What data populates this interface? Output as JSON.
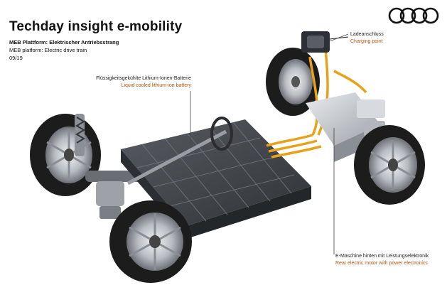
{
  "header": {
    "title": "Techday insight e-mobility",
    "subtitle_de": "MEB Plattform: Elektrischer Antriebsstrang",
    "subtitle_en": "MEB platform: Electric drive train",
    "date": "09/19"
  },
  "logo": {
    "name": "four-rings-logo"
  },
  "annotations": {
    "battery": {
      "de": "Flüssigkeitsgekühlte Lithium-Ionen-Batterie",
      "en": "Liquid cooled lithium-ion battery"
    },
    "charging": {
      "de": "Ladeanschluss",
      "en": "Charging point"
    },
    "motor": {
      "de": "E-Maschine hinten mit Leistungselektronik",
      "en": "Rear electric motor with power electronics"
    }
  },
  "colors": {
    "accent_text": "#b5540e",
    "cable": "#e8a21a",
    "battery": "#3a3d42",
    "tire": "#1c1c1c",
    "rim": "#c9ccd1"
  }
}
